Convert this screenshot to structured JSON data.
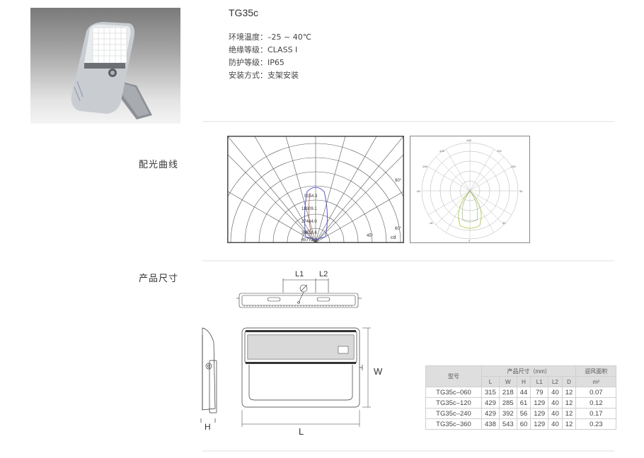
{
  "product": {
    "name": "TG35c",
    "specs": [
      {
        "label": "环境温度：",
        "value": "–25 ~ 40℃"
      },
      {
        "label": "绝缘等级：",
        "value": "CLASS I"
      },
      {
        "label": "防护等级：",
        "value": "IP65"
      },
      {
        "label": "安装方式：",
        "value": "支架安装"
      }
    ]
  },
  "sections": {
    "light_curve": "配光曲线",
    "dimensions": "产品尺寸"
  },
  "curve_left": {
    "angles": [
      "90°",
      "60°",
      "45°"
    ],
    "values": [
      "9154.3",
      "18309.1",
      "27464.0",
      "36618.6",
      "45773.3"
    ],
    "unit": "cd"
  },
  "curve_right": {
    "top": "-180",
    "top_left": "-120",
    "top_right": "120",
    "left_mid": "-150",
    "right_mid": "150",
    "left": "-90",
    "right": "90",
    "bottom_left": "-30",
    "bottom_right": "30",
    "bottom": "0"
  },
  "drawing": {
    "top_labels": [
      "L1",
      "L2"
    ],
    "dims": {
      "w": "W",
      "h": "H",
      "l": "L"
    }
  },
  "table": {
    "model_header": "型号",
    "size_header": "产品尺寸（mm）",
    "area_header": "迎风面积",
    "columns": [
      "L",
      "W",
      "H",
      "L1",
      "L2",
      "D"
    ],
    "area_unit": "m²",
    "rows": [
      {
        "model": "TG35c–060",
        "vals": [
          "315",
          "218",
          "44",
          "79",
          "40",
          "12"
        ],
        "area": "0.07"
      },
      {
        "model": "TG35c–120",
        "vals": [
          "429",
          "285",
          "61",
          "129",
          "40",
          "12"
        ],
        "area": "0.12"
      },
      {
        "model": "TG35c–240",
        "vals": [
          "429",
          "392",
          "56",
          "129",
          "40",
          "12"
        ],
        "area": "0.17"
      },
      {
        "model": "TG35c–360",
        "vals": [
          "438",
          "543",
          "60",
          "129",
          "40",
          "12"
        ],
        "area": "0.23"
      }
    ]
  }
}
